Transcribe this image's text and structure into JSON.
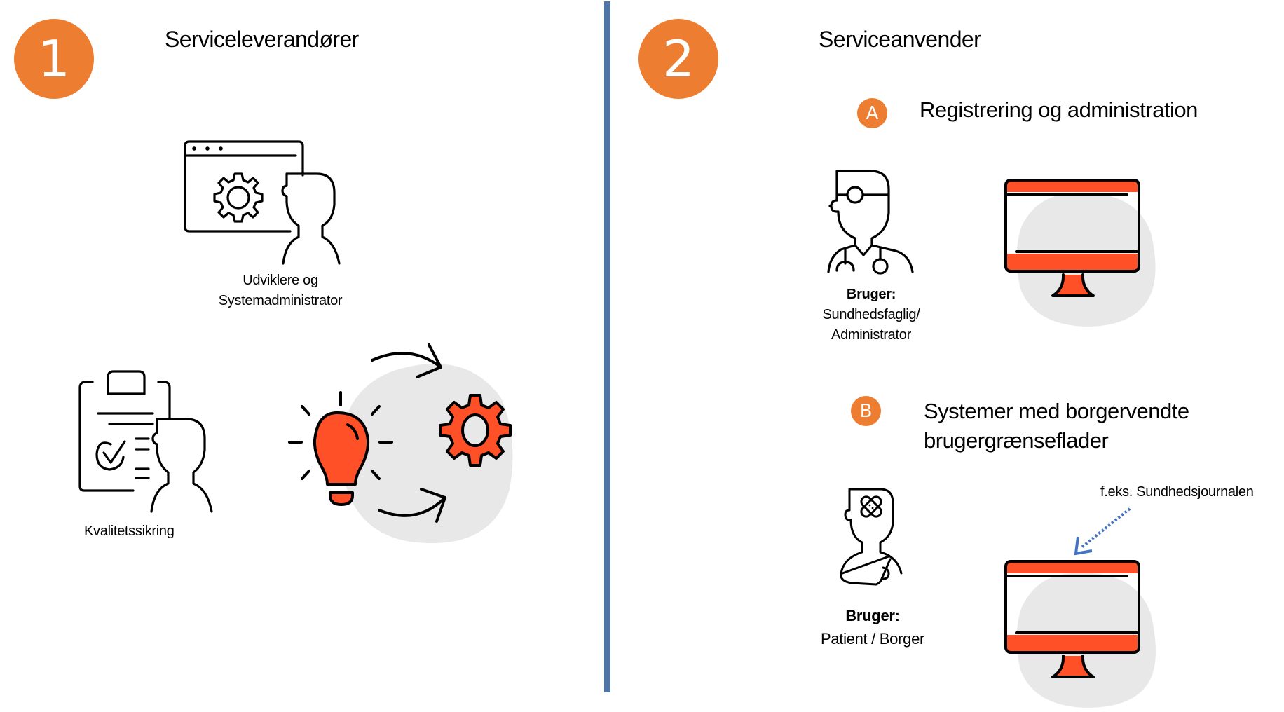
{
  "colors": {
    "accent_orange": "#ED7D31",
    "icon_red": "#FF5028",
    "divider_blue": "#4F75A6",
    "blob_gray": "#E8E8E8",
    "arrow_blue": "#4472C4"
  },
  "section1": {
    "number": "1",
    "title": "Serviceleverandører",
    "developer": {
      "icon": "window-gear-person-icon",
      "label_line1": "Udviklere og",
      "label_line2": "Systemadministrator"
    },
    "quality": {
      "icon": "clipboard-check-person-icon",
      "label": "Kvalitetssikring"
    },
    "idea_cycle": {
      "icon": "lightbulb-to-gear-cycle-icon"
    }
  },
  "section2": {
    "number": "2",
    "title": "Serviceanvender",
    "subsection_a": {
      "letter": "A",
      "title": "Registrering og administration",
      "user_icon": "doctor-icon",
      "user_label_bold": "Bruger:",
      "user_label_line1": "Sundhedsfaglig/",
      "user_label_line2": "Administrator",
      "screen_icon": "monitor-icon"
    },
    "subsection_b": {
      "letter": "B",
      "title_line1": "Systemer med borgervendte",
      "title_line2": "brugergrænseflader",
      "user_icon": "patient-icon",
      "user_label_bold": "Bruger:",
      "user_label_line1": "Patient / Borger",
      "screen_icon": "monitor-icon",
      "annotation": "f.eks. Sundhedsjournalen"
    }
  }
}
